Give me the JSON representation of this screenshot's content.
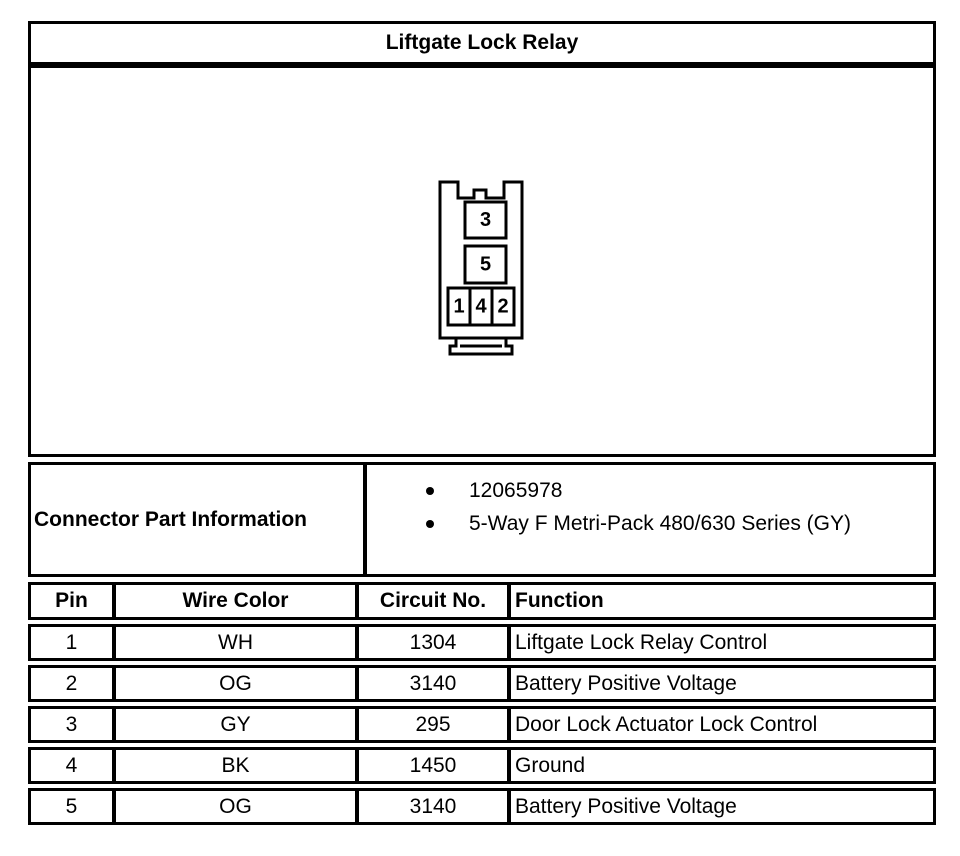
{
  "title": "Liftgate Lock Relay",
  "colors": {
    "border": "#000000",
    "background": "#ffffff",
    "text": "#000000"
  },
  "connector": {
    "cavities": [
      {
        "position": "top",
        "label": "3"
      },
      {
        "position": "middle",
        "label": "5"
      },
      {
        "position": "bottom-left",
        "label": "1"
      },
      {
        "position": "bottom-center",
        "label": "4"
      },
      {
        "position": "bottom-right",
        "label": "2"
      }
    ]
  },
  "part_info": {
    "label": "Connector Part Information",
    "items": [
      "12065978",
      "5-Way F Metri-Pack 480/630 Series (GY)"
    ]
  },
  "pin_table": {
    "headers": [
      "Pin",
      "Wire Color",
      "Circuit No.",
      "Function"
    ],
    "rows": [
      [
        "1",
        "WH",
        "1304",
        "Liftgate Lock Relay Control"
      ],
      [
        "2",
        "OG",
        "3140",
        "Battery Positive Voltage"
      ],
      [
        "3",
        "GY",
        "295",
        "Door Lock Actuator Lock Control"
      ],
      [
        "4",
        "BK",
        "1450",
        "Ground"
      ],
      [
        "5",
        "OG",
        "3140",
        "Battery Positive Voltage"
      ]
    ]
  }
}
